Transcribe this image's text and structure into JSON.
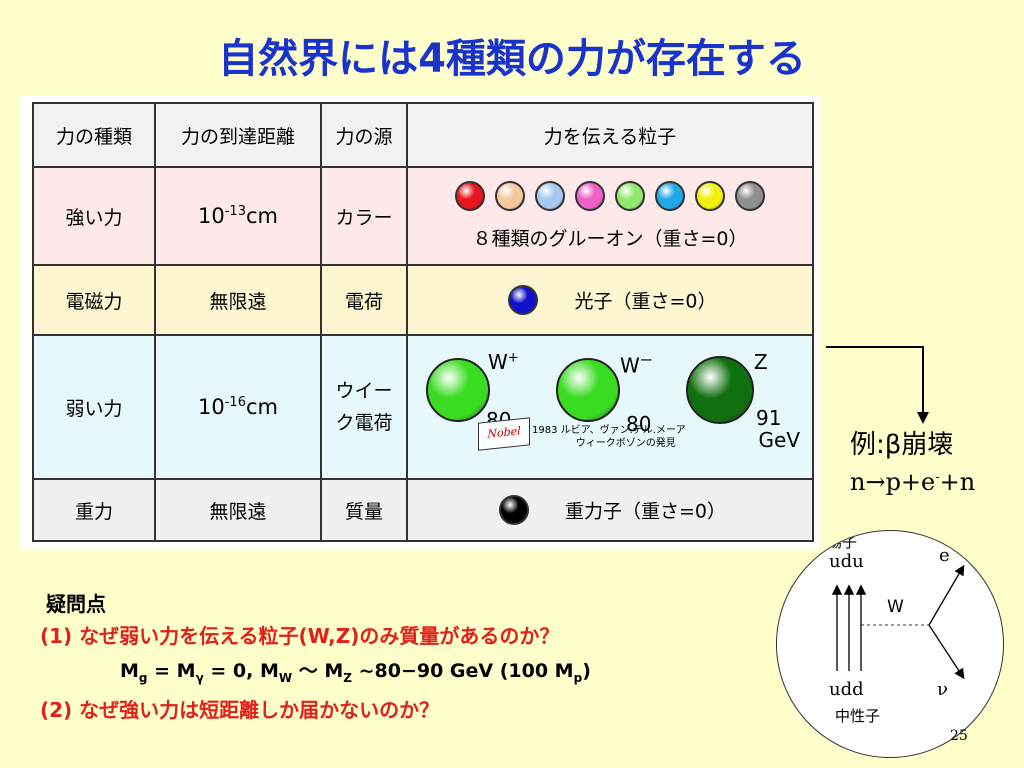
{
  "title": "自然界には4種類の力が存在する",
  "table": {
    "headers": [
      "力の種類",
      "力の到達距離",
      "力の源",
      "力を伝える粒子"
    ],
    "strong": {
      "name": "強い力",
      "range_base": "10",
      "range_exp": "-13",
      "range_unit": "cm",
      "source": "カラー",
      "particle_text": "８種類のグルーオン（重さ=0）",
      "gluon_colors": [
        "#e8141e",
        "#f5c8a0",
        "#a8c8f0",
        "#f060c8",
        "#90e870",
        "#20a8e8",
        "#f0f010",
        "#909090"
      ]
    },
    "em": {
      "name": "電磁力",
      "range": "無限遠",
      "source": "電荷",
      "particle_text": "光子（重さ=0）",
      "ball_color": "#1010c8"
    },
    "weak": {
      "name": "弱い力",
      "range_base": "10",
      "range_exp": "-16",
      "range_unit": "cm",
      "source_line1": "ウイー",
      "source_line2": "ク電荷",
      "bosons": [
        {
          "label": "W",
          "sup": "+",
          "mass": "80",
          "color": "#3adc22"
        },
        {
          "label": "W",
          "sup": "ー",
          "mass": "80",
          "color": "#3adc22"
        },
        {
          "label": "Z",
          "sup": "",
          "mass": "91",
          "color": "#107010"
        }
      ],
      "unit": "GeV",
      "nobel_flag": "Nobel",
      "nobel_line1": "1983 ルビア、ヴァン.デル.メーア",
      "nobel_line2": "ウィークボゾンの発見"
    },
    "gravity": {
      "name": "重力",
      "range": "無限遠",
      "source": "質量",
      "particle_text": "重力子（重さ=0）",
      "ball_color": "#000000"
    }
  },
  "example": {
    "label": "例:",
    "beta": "β崩壊",
    "reaction_left": "n→p+e",
    "reaction_sup": "-",
    "reaction_right": "+n"
  },
  "diagram": {
    "proton_label": "陽子",
    "proton_quarks": "udu",
    "neutron_quarks": "udd",
    "neutron_label": "中性子",
    "w_label": "W",
    "electron": "e",
    "neutrino": "ν"
  },
  "questions": {
    "heading": "疑問点",
    "q1": "(1)  なぜ弱い力を伝える粒子(W,Z)のみ質量があるのか？",
    "formula": {
      "m": "M",
      "g": "g",
      "eq0": " = M",
      "gamma": "γ",
      "zero": " = 0,  M",
      "w": "W",
      "sim": " ～ M",
      "z": "Z",
      "range": " ~80−90 GeV (100 M",
      "p": "p",
      "close": ")"
    },
    "q2": "(2)  なぜ強い力は短距離しか届かないのか？"
  },
  "page_number": "25"
}
